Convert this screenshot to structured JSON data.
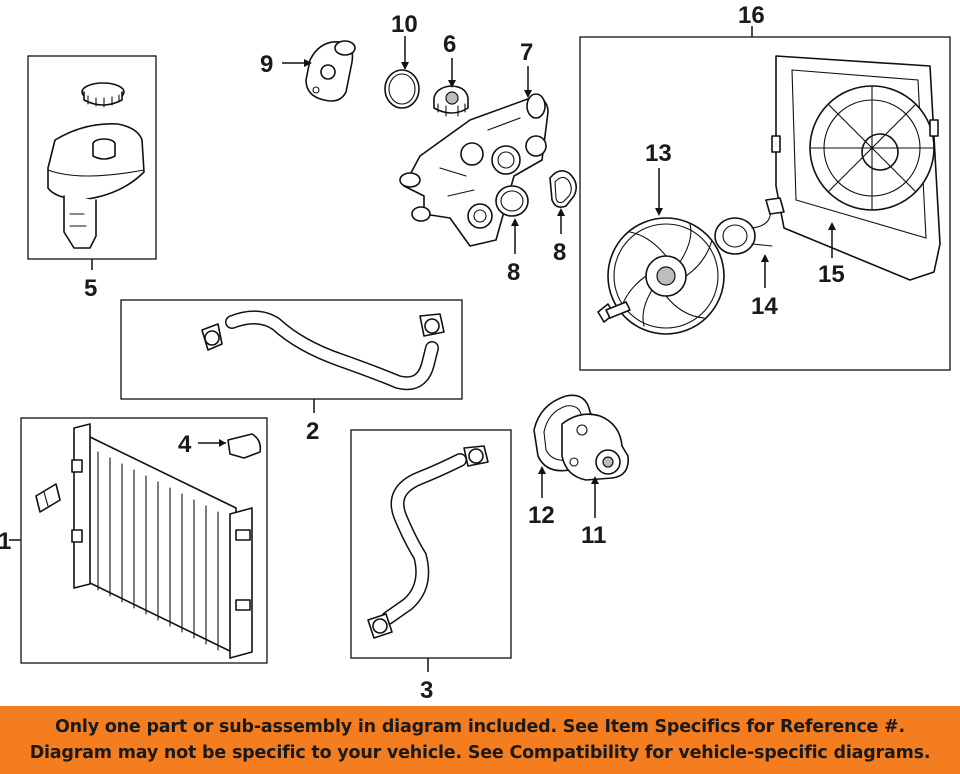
{
  "callouts": {
    "c1": "1",
    "c2": "2",
    "c3": "3",
    "c4": "4",
    "c5": "5",
    "c6": "6",
    "c7": "7",
    "c8a": "8",
    "c8b": "8",
    "c9": "9",
    "c10": "10",
    "c11": "11",
    "c12": "12",
    "c13": "13",
    "c14": "14",
    "c15": "15",
    "c16": "16"
  },
  "notice": {
    "line1": "Only one part or sub-assembly in diagram included. See Item Specifics for Reference #.",
    "line2": "Diagram may not be specific to your vehicle. See Compatibility for vehicle-specific diagrams."
  },
  "colors": {
    "banner_bg": "#f47d20",
    "line": "#111111"
  }
}
